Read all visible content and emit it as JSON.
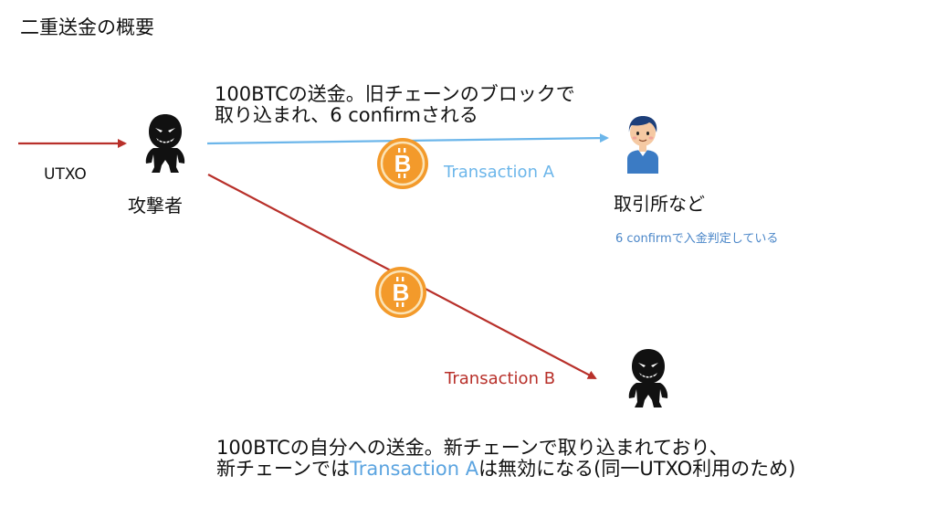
{
  "title": "二重送金の概要",
  "caption_a": {
    "line1": "100BTCの送金。旧チェーンのブロックで",
    "line2": "取り込まれ、6 confirmされる"
  },
  "caption_b": {
    "line1": "100BTCの自分への送金。新チェーンで取り込まれており、",
    "line2_prefix": "新チェーンでは",
    "line2_highlight": "Transaction A",
    "line2_suffix": "は無効になる(同一UTXO利用のため)"
  },
  "utxo_label": "UTXO",
  "attacker_label": "攻撃者",
  "exchange_label": "取引所など",
  "exchange_note": "6 confirmで入金判定している",
  "transaction_a_label": "Transaction A",
  "transaction_b_label": "Transaction B",
  "coin_symbol": "B",
  "colors": {
    "red_arrow": "#b8302a",
    "blue_arrow": "#6cb6ea",
    "highlight_blue": "#5ba4e0",
    "note_blue": "#4a86c8",
    "bitcoin_orange": "#f39a2b",
    "bitcoin_orange_dark": "#d9791b"
  },
  "icons": {
    "attacker": "masked-attacker-icon",
    "exchange": "smiling-person-icon",
    "coin": "bitcoin-coin-icon"
  }
}
